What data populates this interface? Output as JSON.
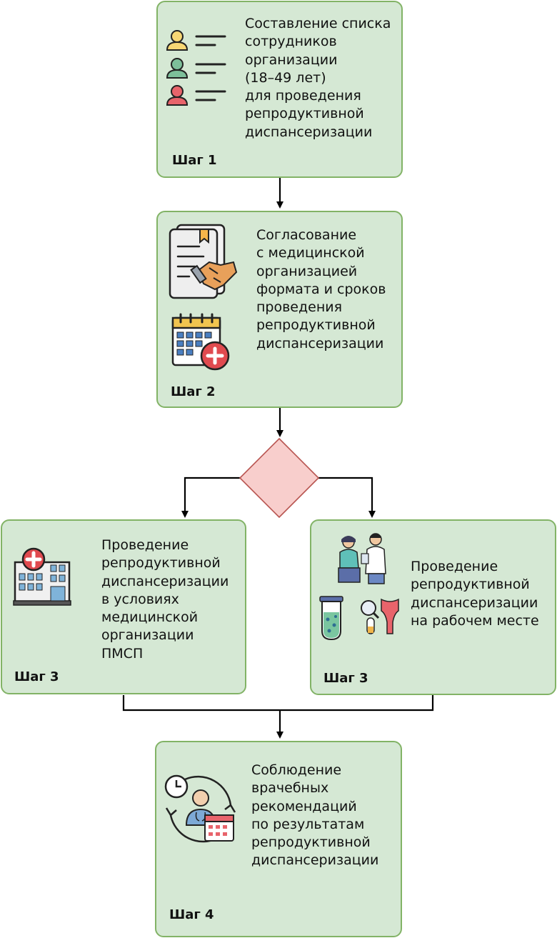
{
  "colors": {
    "box_fill": "#d5e8d4",
    "box_border": "#82b366",
    "decision_fill": "#f8cecc",
    "decision_border": "#b85450",
    "connector": "#000000"
  },
  "steps": [
    {
      "id": "step1",
      "text": "Составление списка\nсотрудников\nорганизации\n(18–49 лет)\nдля проведения\nрепродуктивной\nдиспансеризации",
      "label": "Шаг 1",
      "icons": [
        "employee-list-icon"
      ]
    },
    {
      "id": "step2",
      "text": "Согласование\nс медицинской\nорганизацией\nформата и сроков\nпроведения\nрепродуктивной\nдиспансеризации",
      "label": "Шаг 2",
      "icons": [
        "agreement-handshake-icon",
        "medical-calendar-icon"
      ]
    },
    {
      "id": "step3-left",
      "text": "Проведение\nрепродуктивной\nдиспансеризации\nв условиях\nмедицинской\nорганизации\nПМСП",
      "label": "Шаг 3",
      "icons": [
        "hospital-icon"
      ]
    },
    {
      "id": "step3-right",
      "text": "Проведение\nрепродуктивной\nдиспансеризации\nна рабочем месте",
      "label": "Шаг 3",
      "icons": [
        "doctor-patient-icon",
        "test-tube-icon",
        "lab-analysis-icon"
      ]
    },
    {
      "id": "step4",
      "text": "Соблюдение\nврачебных\nрекомендаций\nпо результатам\nрепродуктивной\nдиспансеризации",
      "label": "Шаг 4",
      "icons": [
        "doctor-schedule-cycle-icon"
      ]
    }
  ],
  "decision": {
    "shape": "diamond",
    "label": ""
  }
}
